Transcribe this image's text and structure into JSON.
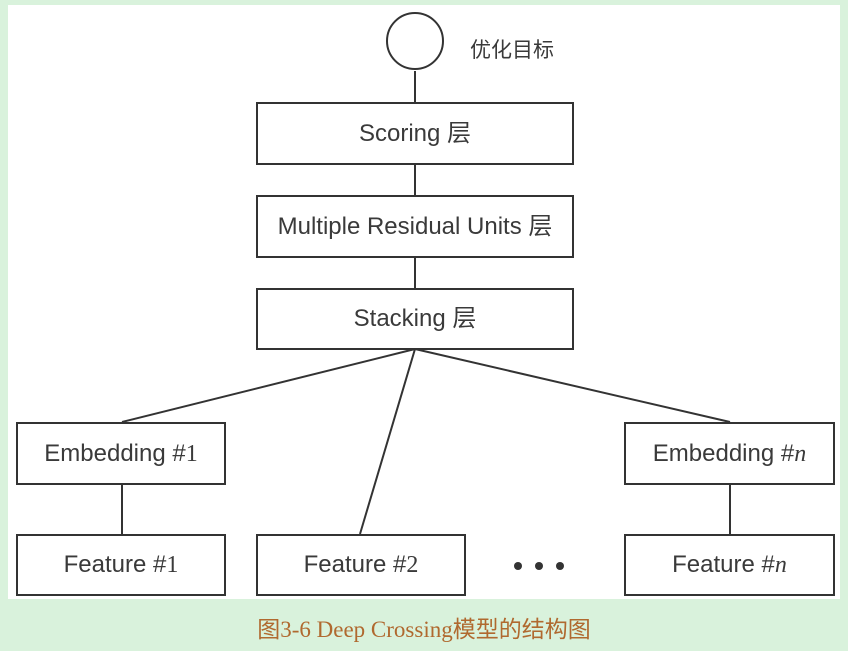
{
  "diagram": {
    "objective_label": "优化目标",
    "layers": {
      "scoring": "Scoring 层",
      "residual": "Multiple Residual Units 层",
      "stacking": "Stacking 层"
    },
    "embeddings": [
      {
        "text": "Embedding #",
        "num": "1"
      },
      {
        "text": "Embedding #",
        "num": "n"
      }
    ],
    "features": [
      {
        "text": "Feature #",
        "num": "1"
      },
      {
        "text": "Feature #",
        "num": "2"
      },
      {
        "text": "Feature #",
        "num": "n"
      }
    ]
  },
  "caption": "图3-6 Deep Crossing模型的结构图",
  "colors": {
    "page_background": "#d9f2dc",
    "caption_text": "#b0692f",
    "stroke": "#333333"
  }
}
